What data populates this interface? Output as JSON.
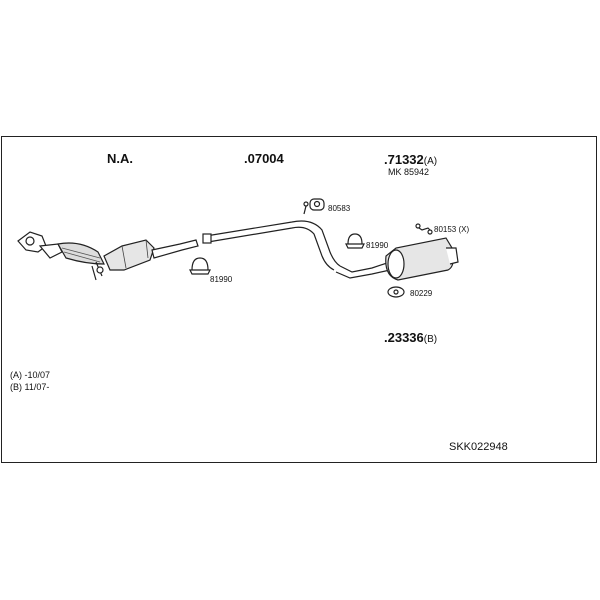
{
  "labels": {
    "na": "N.A.",
    "p07004": ".07004",
    "p71332": ".71332",
    "p71332_suffix": "(A)",
    "mk": "MK 85942",
    "p23336": ".23336",
    "p23336_suffix": "(B)",
    "p80583": "80583",
    "p81990_left": "81990",
    "p81990_right": "81990",
    "p80153": "80153 (X)",
    "p80229": "80229"
  },
  "notes": {
    "a": "(A) -10/07",
    "b": "(B) 11/07-"
  },
  "kit_id": "SKK022948"
}
